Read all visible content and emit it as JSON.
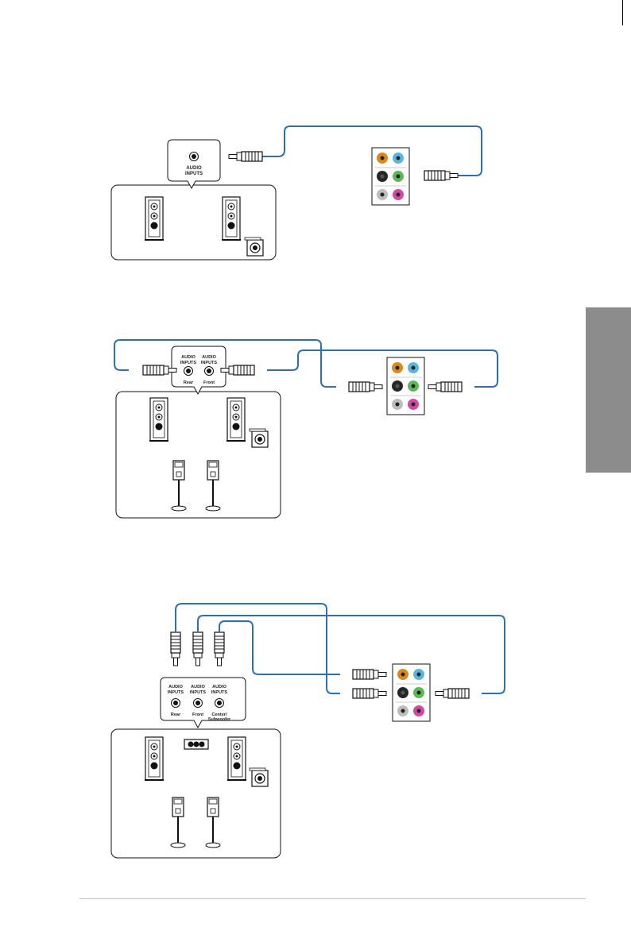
{
  "colors": {
    "cable": "#2f6fad",
    "jack_orange": "#d88a1e",
    "jack_blue": "#5bb6dc",
    "jack_black": "#262626",
    "jack_green": "#5db85a",
    "jack_gray": "#bdbdbd",
    "jack_pink": "#d04aa3",
    "side_tab": "#8c8c8c"
  },
  "diagram_1": {
    "port_label_line1": "AUDIO",
    "port_label_line2": "INPUTS"
  },
  "diagram_2": {
    "ports": [
      {
        "line1": "AUDIO",
        "line2": "INPUTS",
        "caption": "Rear"
      },
      {
        "line1": "AUDIO",
        "line2": "INPUTS",
        "caption": "Front"
      }
    ]
  },
  "diagram_3": {
    "ports": [
      {
        "line1": "AUDIO",
        "line2": "INPUTS",
        "caption": "Rear",
        "caption2": ""
      },
      {
        "line1": "AUDIO",
        "line2": "INPUTS",
        "caption": "Front",
        "caption2": ""
      },
      {
        "line1": "AUDIO",
        "line2": "INPUTS",
        "caption": "Center/",
        "caption2": "Subwoofer"
      }
    ]
  },
  "icons": [
    "speaker-icon",
    "subwoofer-icon",
    "satellite-speaker-icon",
    "audio-plug-icon",
    "audio-panel-icon",
    "center-speaker-icon"
  ]
}
